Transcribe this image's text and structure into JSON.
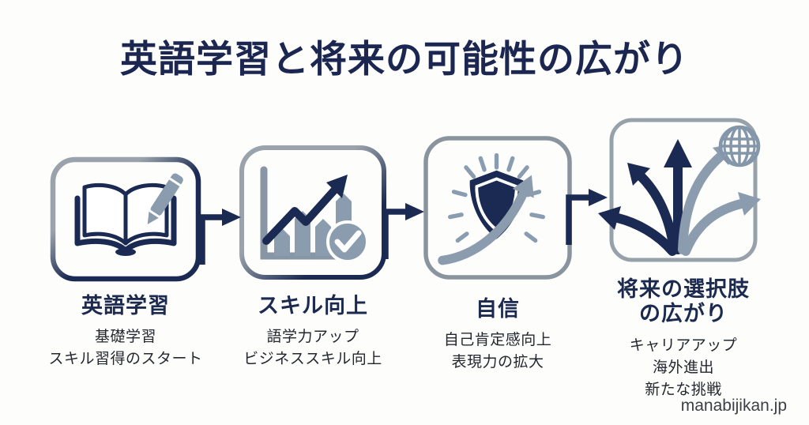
{
  "title": "英語学習と将来の可能性の広がり",
  "watermark": "manabijikan.jp",
  "colors": {
    "navy": "#1b2a52",
    "steel": "#8b9cae",
    "frame_gray": "#9aa3ac",
    "slate_border": "#8a949e",
    "text_dark": "#23272e",
    "background": "#fdfdfc"
  },
  "flow": {
    "arrow_icon": "flow-arrow-icon",
    "direction": "right"
  },
  "steps": [
    {
      "icon": "open-book-pencil-icon",
      "heading": "英語学習",
      "lines": [
        "基礎学習",
        "スキル習得のスタート"
      ]
    },
    {
      "icon": "growth-chart-check-icon",
      "heading": "スキル向上",
      "lines": [
        "語学力アップ",
        "ビジネススキル向上"
      ]
    },
    {
      "icon": "shield-rising-arrow-icon",
      "heading": "自信",
      "lines": [
        "自己肯定感向上",
        "表現力の拡大"
      ]
    },
    {
      "icon": "branching-arrows-globe-icon",
      "heading": "将来の選択肢",
      "heading2": "の広がり",
      "lines": [
        "キャリアアップ",
        "海外進出",
        "新たな挑戦"
      ]
    }
  ]
}
